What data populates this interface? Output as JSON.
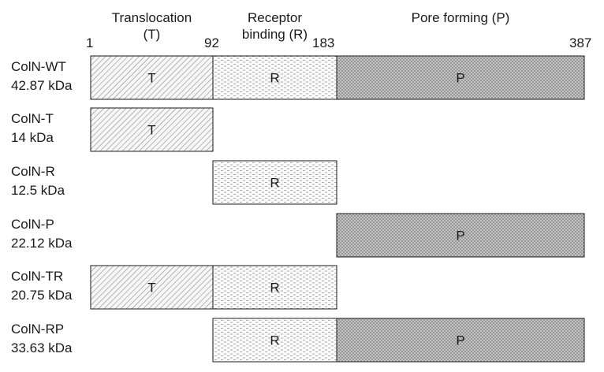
{
  "headers": {
    "translocation": {
      "line1": "Translocation",
      "line2": "(T)"
    },
    "receptor": {
      "line1": "Receptor",
      "line2": "binding (R)"
    },
    "pore": {
      "line1": "Pore forming (P)"
    }
  },
  "ticks": [
    "1",
    "92",
    "183",
    "387"
  ],
  "domains": {
    "T": {
      "label": "T",
      "start": 1,
      "end": 92
    },
    "R": {
      "label": "R",
      "start": 92,
      "end": 183
    },
    "P": {
      "label": "P",
      "start": 183,
      "end": 387
    }
  },
  "constructs": [
    {
      "name": "ColN-WT",
      "mass": "42.87 kDa",
      "domains": [
        "T",
        "R",
        "P"
      ]
    },
    {
      "name": "ColN-T",
      "mass": "14 kDa",
      "domains": [
        "T"
      ]
    },
    {
      "name": "ColN-R",
      "mass": "12.5 kDa",
      "domains": [
        "R"
      ]
    },
    {
      "name": "ColN-P",
      "mass": "22.12 kDa",
      "domains": [
        "P"
      ]
    },
    {
      "name": "ColN-TR",
      "mass": "20.75 kDa",
      "domains": [
        "T",
        "R"
      ]
    },
    {
      "name": "ColN-RP",
      "mass": "33.63 kDa",
      "domains": [
        "R",
        "P"
      ]
    }
  ]
}
